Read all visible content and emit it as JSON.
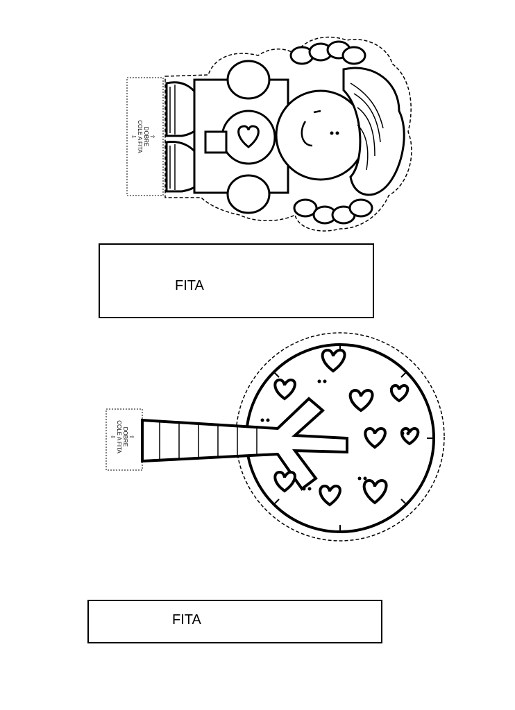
{
  "labels": {
    "fita_top": "FITA",
    "fita_bottom": "FITA",
    "fold_top": "DOBRE",
    "glue_top": "COLE A FITA",
    "fold_bottom": "DOBRE",
    "glue_bottom": "COLE A FITA"
  },
  "icons": [
    "arrow-up-icon",
    "arrow-down-icon",
    "heart-icon"
  ],
  "colors": {
    "ink": "#000000",
    "paper": "#ffffff"
  }
}
